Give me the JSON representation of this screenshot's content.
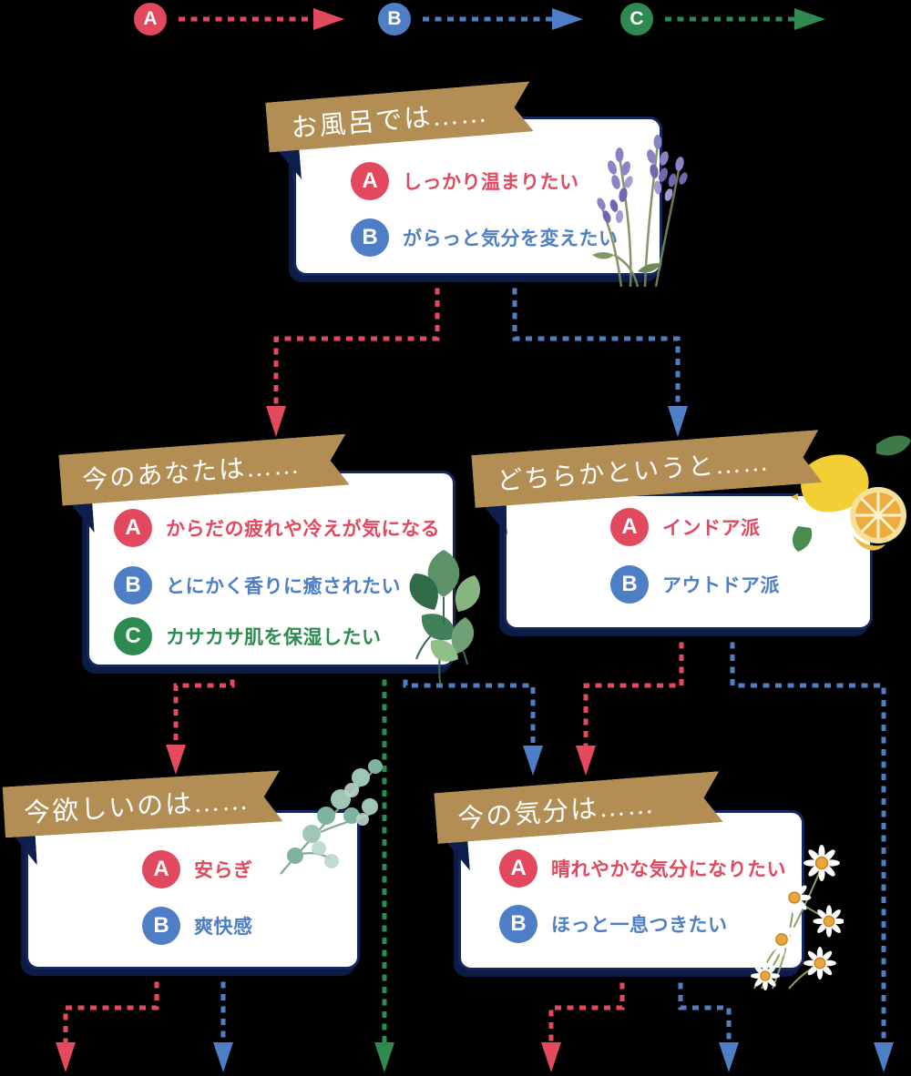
{
  "legend": {
    "items": [
      {
        "letter": "A",
        "color": "#e2495e"
      },
      {
        "letter": "B",
        "color": "#4d7ec6"
      },
      {
        "letter": "C",
        "color": "#2e8b4f"
      }
    ]
  },
  "questions": [
    {
      "ribbon": "お風呂では……",
      "illustration": "lavender-illustration",
      "options": [
        {
          "letter": "A",
          "label": "しっかり温まりたい"
        },
        {
          "letter": "B",
          "label": "がらっと気分を変えたい"
        }
      ]
    },
    {
      "ribbon": "今のあなたは……",
      "illustration": "mint-illustration",
      "options": [
        {
          "letter": "A",
          "label": "からだの疲れや冷えが気になる"
        },
        {
          "letter": "B",
          "label": "とにかく香りに癒されたい"
        },
        {
          "letter": "C",
          "label": "カサカサ肌を保湿したい"
        }
      ]
    },
    {
      "ribbon": "どちらかというと……",
      "illustration": "lemon-illustration",
      "options": [
        {
          "letter": "A",
          "label": "インドア派"
        },
        {
          "letter": "B",
          "label": "アウトドア派"
        }
      ]
    },
    {
      "ribbon": "今欲しいのは……",
      "illustration": "eucalyptus-illustration",
      "options": [
        {
          "letter": "A",
          "label": "安らぎ"
        },
        {
          "letter": "B",
          "label": "爽快感"
        }
      ]
    },
    {
      "ribbon": "今の気分は……",
      "illustration": "chamomile-illustration",
      "options": [
        {
          "letter": "A",
          "label": "晴れやかな気分になりたい"
        },
        {
          "letter": "B",
          "label": "ほっと一息つきたい"
        }
      ]
    }
  ],
  "colors": {
    "answer_a": "#e2495e",
    "answer_b": "#4d7ec6",
    "answer_c": "#2e8b4f",
    "ribbon": "#b28e55",
    "box_border": "#15265c",
    "background": "#000000"
  }
}
